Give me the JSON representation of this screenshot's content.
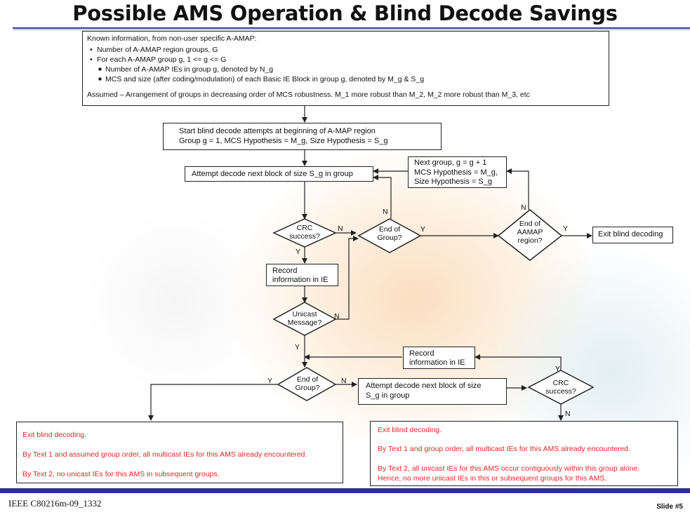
{
  "slide": {
    "title": "Possible AMS Operation & Blind Decode Savings",
    "footer_doc_id": "IEEE C80216m-09_1332",
    "slide_number": "Slide #5"
  },
  "known_info": {
    "heading": "Known information, from non-user specific A-AMAP:",
    "bullet_1": "Number of A-AMAP region groups, G",
    "bullet_2": "For each A-AMAP group g, 1 <= g <= G",
    "sub_bullet_1": "Number of A-AMAP IEs in group g, denoted by N_g",
    "sub_bullet_2": "MCS and size (after coding/modulation) of each Basic IE Block in group g, denoted by M_g & S_g",
    "assumed": "Assumed – Arrangement of groups in decreasing order of MCS robustness. M_1 more robust than M_2, M_2 more robust than M_3, etc"
  },
  "steps": {
    "start_line_1": "Start blind decode attempts at beginning of A-MAP region",
    "start_line_2": "Group g = 1, MCS Hypothesis = M_g, Size Hypothesis = S_g",
    "attempt_decode": "Attempt decode next block of size S_g  in group",
    "next_group_line_1": "Next group, g = g + 1",
    "next_group_line_2": "MCS Hypothesis = M_g,",
    "next_group_line_3": "Size Hypothesis = S_g",
    "exit_blind_decoding": "Exit blind decoding",
    "record_1_line_1": "Record",
    "record_1_line_2": "information in IE",
    "record_2_line_1": "Record",
    "record_2_line_2": "information in IE",
    "attempt_decode_2_line_1": "Attempt decode next block of size",
    "attempt_decode_2_line_2": "S_g in group"
  },
  "decisions": {
    "crc_1_line_1": "CRC",
    "crc_1_line_2": "success?",
    "end_group_1_line_1": "End of",
    "end_group_1_line_2": "Group?",
    "end_aamap_line_1": "End of",
    "end_aamap_line_2": "AAMAP",
    "end_aamap_line_3": "region?",
    "unicast_line_1": "Unicast",
    "unicast_line_2": "Message?",
    "end_group_2_line_1": "End of",
    "end_group_2_line_2": "Group?",
    "crc_2_line_1": "CRC",
    "crc_2_line_2": "success?"
  },
  "edge_labels": {
    "crc1_no": "N",
    "crc1_yes": "Y",
    "endgroup1_no": "N",
    "endgroup1_yes": "Y",
    "aamap_no": "N",
    "aamap_yes": "Y",
    "unicast_no": "N",
    "unicast_yes": "Y",
    "endgroup2_yes": "Y",
    "endgroup2_no": "N",
    "crc2_yes": "Y",
    "crc2_no": "N"
  },
  "outcomes": {
    "left_line_1": "Exit blind decoding.",
    "left_line_2": "By Text 1 and assumed group order, all multicast IEs for this AMS already encountered.",
    "left_line_3": "By Text 2, no unicast IEs for this AMS in subsequent groups.",
    "right_line_1": "Exit blind decoding.",
    "right_line_2": "By Text 1 and group order, all multicast IEs for this AMS already encountered.",
    "right_line_3": "By Text 2, all unicast IEs for this AMS occur contiguously within this group alone.",
    "right_line_4": "Hence, no more unicast IEs in this or subsequent groups for this AMS."
  },
  "colors": {
    "title_rule": "#2e3192",
    "outcome_text": "#e32626",
    "background_warm": "#f7c48c",
    "background_cool": "#bedce4"
  }
}
